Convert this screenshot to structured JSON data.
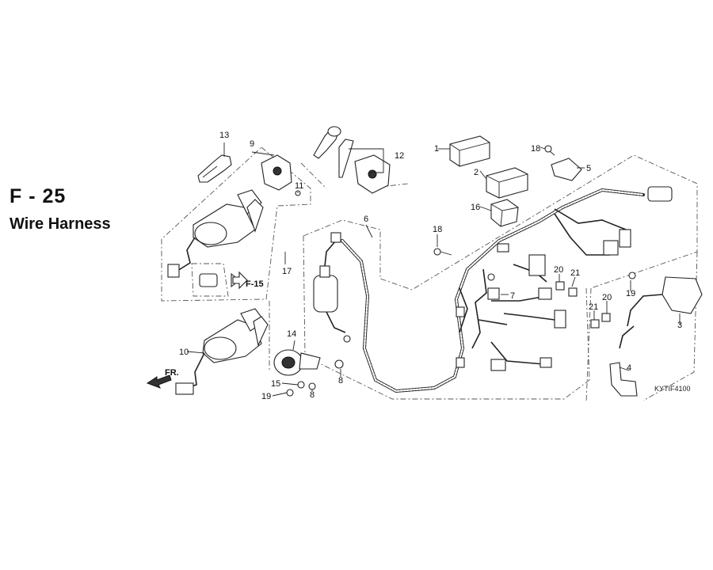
{
  "header": {
    "code": "F - 25",
    "title": "Wire Harness"
  },
  "reference_code": "KYTIF4100",
  "arrows": {
    "front_label": "FR.",
    "ref_link": "F-15"
  },
  "callouts": [
    "1",
    "2",
    "3",
    "4",
    "5",
    "6",
    "7",
    "8",
    "8",
    "9",
    "10",
    "11",
    "12",
    "13",
    "14",
    "15",
    "16",
    "17",
    "18",
    "18",
    "19",
    "19",
    "20",
    "20",
    "21",
    "21"
  ]
}
